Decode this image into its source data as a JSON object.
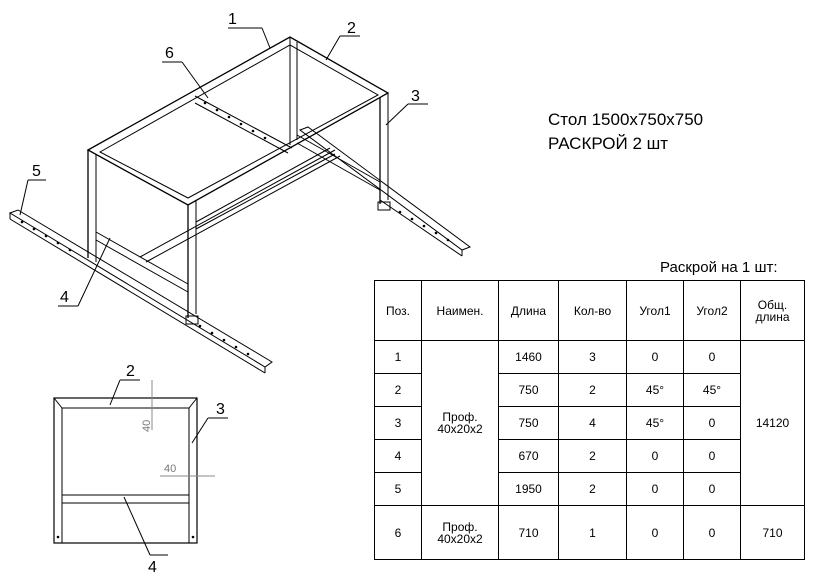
{
  "title": {
    "line1": "Стол 1500х750х750",
    "line2": "РАСКРОЙ 2 шт"
  },
  "iso_labels": [
    "1",
    "2",
    "3",
    "4",
    "5",
    "6"
  ],
  "front_view": {
    "labels": [
      "2",
      "3",
      "4"
    ],
    "dim_vertical": "40",
    "dim_horizontal": "40"
  },
  "cut_table": {
    "caption": "Раскрой на 1 шт:",
    "headers": [
      "Поз.",
      "Наимен.",
      "Длина",
      "Кол-во",
      "Угол1",
      "Угол2",
      "Общ.\nдлина"
    ],
    "group1_name": "Проф.\n40х20х2",
    "group1_total": "14120",
    "rows": [
      {
        "pos": "1",
        "length": "1460",
        "qty": "3",
        "angle1": "0",
        "angle2": "0"
      },
      {
        "pos": "2",
        "length": "750",
        "qty": "2",
        "angle1": "45°",
        "angle2": "45°"
      },
      {
        "pos": "3",
        "length": "750",
        "qty": "4",
        "angle1": "45°",
        "angle2": "0"
      },
      {
        "pos": "4",
        "length": "670",
        "qty": "2",
        "angle1": "0",
        "angle2": "0"
      },
      {
        "pos": "5",
        "length": "1950",
        "qty": "2",
        "angle1": "0",
        "angle2": "0"
      }
    ],
    "row6": {
      "pos": "6",
      "name": "Проф.\n40х20х2",
      "length": "710",
      "qty": "1",
      "angle1": "0",
      "angle2": "0",
      "total": "710"
    }
  }
}
